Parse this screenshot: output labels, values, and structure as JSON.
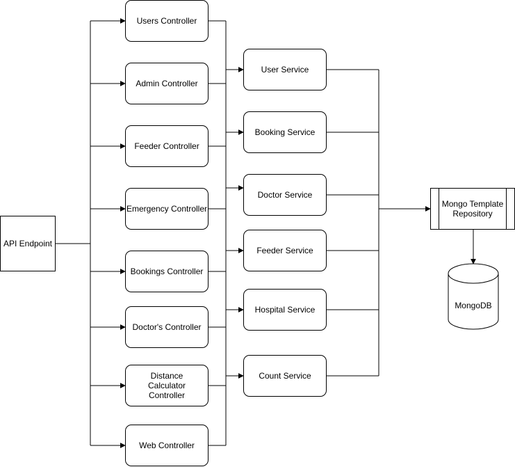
{
  "api": {
    "label": "API Endpoint"
  },
  "controllers": [
    {
      "key": "users",
      "label": "Users Controller"
    },
    {
      "key": "admin",
      "label": "Admin Controller"
    },
    {
      "key": "feeder",
      "label": "Feeder Controller"
    },
    {
      "key": "emergency",
      "label": "Emergency Controller"
    },
    {
      "key": "bookings",
      "label": "Bookings Controller"
    },
    {
      "key": "doctors",
      "label": "Doctor's Controller"
    },
    {
      "key": "distance-calculator",
      "label": "Distance Calculator Controller"
    },
    {
      "key": "web",
      "label": "Web Controller"
    }
  ],
  "services": [
    {
      "key": "user",
      "label": "User Service"
    },
    {
      "key": "booking",
      "label": "Booking Service"
    },
    {
      "key": "doctor",
      "label": "Doctor Service"
    },
    {
      "key": "feeder",
      "label": "Feeder Service"
    },
    {
      "key": "hospital",
      "label": "Hospital Service"
    },
    {
      "key": "count",
      "label": "Count Service"
    }
  ],
  "repository": {
    "label": "Mongo Template Repository"
  },
  "database": {
    "label": "MongoDB"
  },
  "colors": {
    "stroke": "#000000",
    "fill": "#ffffff"
  }
}
